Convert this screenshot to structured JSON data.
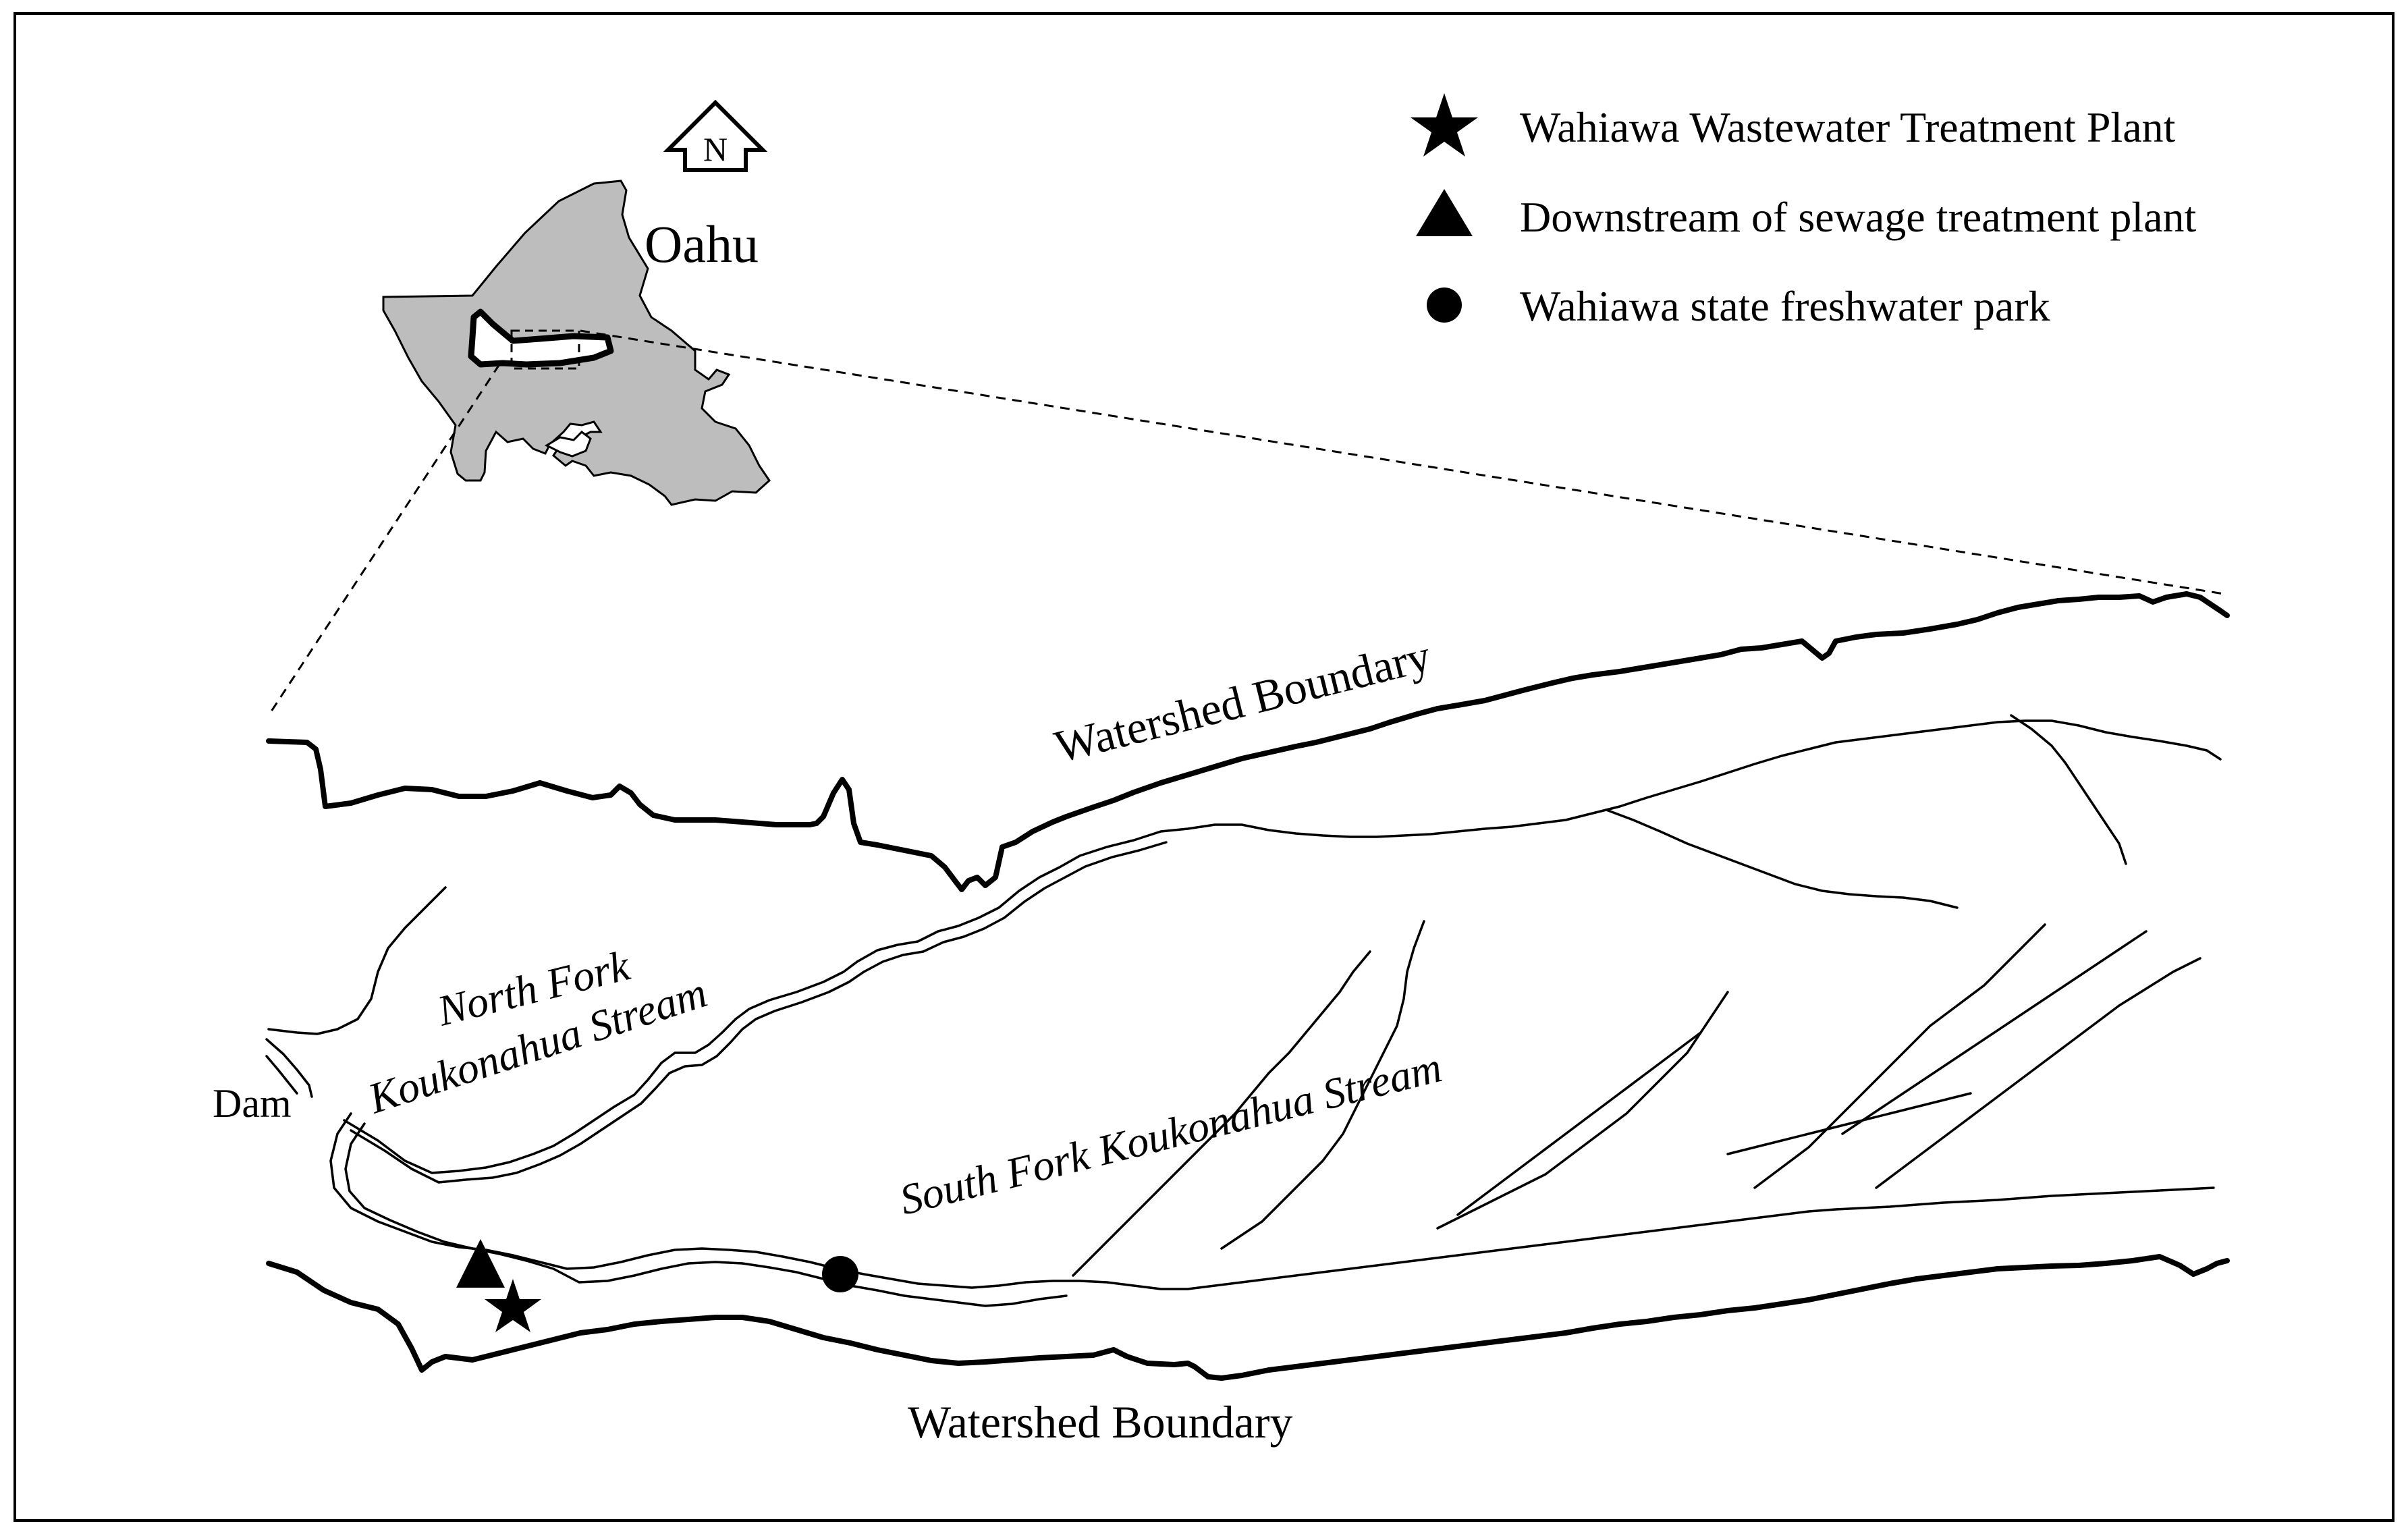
{
  "map": {
    "island_label": "Oahu",
    "north_arrow_letter": "N",
    "dam_label": "Dam",
    "north_fork_label_line1": "North Fork",
    "north_fork_label_line2": "Koukonahua Stream",
    "south_fork_label": "South Fork Koukonahua Stream",
    "watershed_top_label": "Watershed Boundary",
    "watershed_bottom_label": "Watershed Boundary",
    "colors": {
      "island_fill": "#bdbdbd",
      "line": "#000000",
      "background": "#ffffff"
    }
  },
  "legend": {
    "items": [
      {
        "symbol": "star",
        "label": "Wahiawa Wastewater Treatment Plant"
      },
      {
        "symbol": "triangle",
        "label": "Downstream of sewage treatment plant"
      },
      {
        "symbol": "circle",
        "label": "Wahiawa state freshwater park"
      }
    ]
  }
}
